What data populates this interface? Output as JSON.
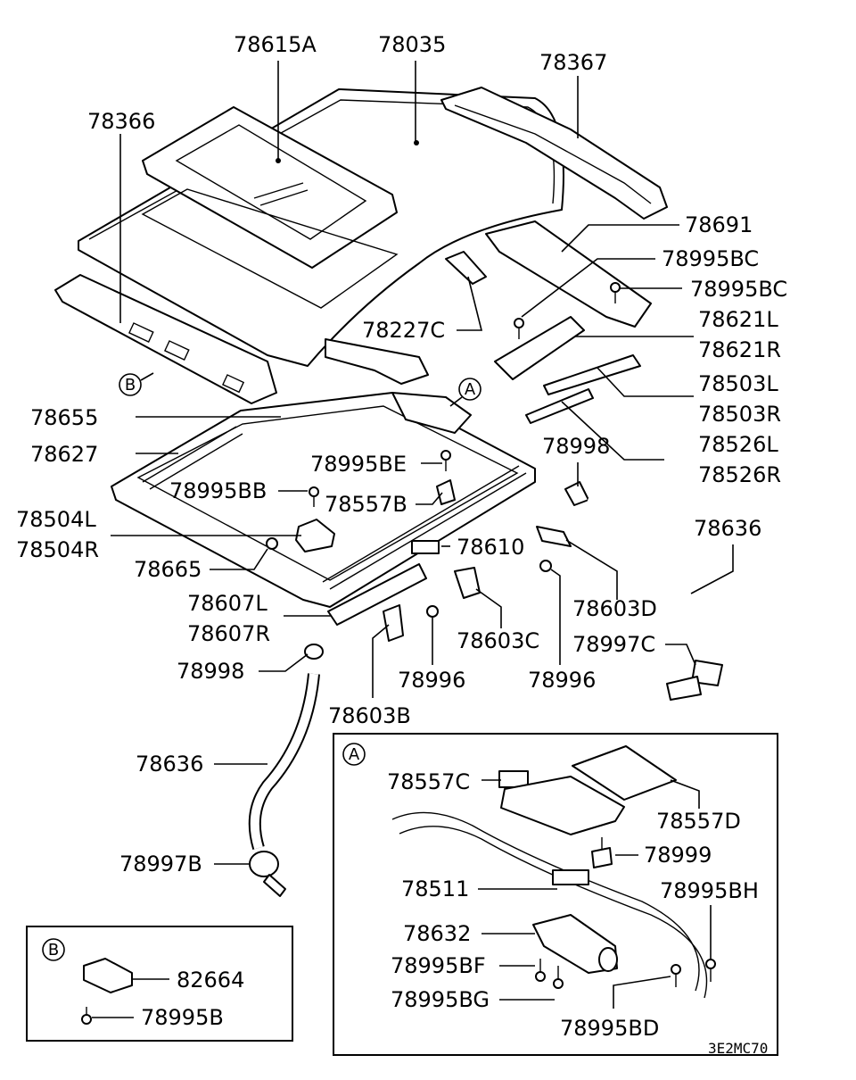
{
  "diagram": {
    "code": "3E2MC70",
    "detail_a": {
      "marker": "A"
    },
    "detail_b": {
      "marker": "B"
    },
    "labels": [
      {
        "id": "l78615A",
        "text": "78615A"
      },
      {
        "id": "l78035",
        "text": "78035"
      },
      {
        "id": "l78367",
        "text": "78367"
      },
      {
        "id": "l78366",
        "text": "78366"
      },
      {
        "id": "l78691",
        "text": "78691"
      },
      {
        "id": "l78995BC_1",
        "text": "78995BC"
      },
      {
        "id": "l78995BC_2",
        "text": "78995BC"
      },
      {
        "id": "l78227C",
        "text": "78227C"
      },
      {
        "id": "l78621L",
        "text": "78621L"
      },
      {
        "id": "l78621R",
        "text": "78621R"
      },
      {
        "id": "l78503L",
        "text": "78503L"
      },
      {
        "id": "l78503R",
        "text": "78503R"
      },
      {
        "id": "l78526L",
        "text": "78526L"
      },
      {
        "id": "l78526R",
        "text": "78526R"
      },
      {
        "id": "l78655",
        "text": "78655"
      },
      {
        "id": "l78627",
        "text": "78627"
      },
      {
        "id": "l78995BE",
        "text": "78995BE"
      },
      {
        "id": "l78998_1",
        "text": "78998"
      },
      {
        "id": "l78995BB",
        "text": "78995BB"
      },
      {
        "id": "l78557B",
        "text": "78557B"
      },
      {
        "id": "l78504L",
        "text": "78504L"
      },
      {
        "id": "l78504R",
        "text": "78504R"
      },
      {
        "id": "l78636_1",
        "text": "78636"
      },
      {
        "id": "l78665",
        "text": "78665"
      },
      {
        "id": "l78610",
        "text": "78610"
      },
      {
        "id": "l78603D",
        "text": "78603D"
      },
      {
        "id": "l78607L",
        "text": "78607L"
      },
      {
        "id": "l78607R",
        "text": "78607R"
      },
      {
        "id": "l78603C",
        "text": "78603C"
      },
      {
        "id": "l78997C",
        "text": "78997C"
      },
      {
        "id": "l78998_2",
        "text": "78998"
      },
      {
        "id": "l78996_1",
        "text": "78996"
      },
      {
        "id": "l78996_2",
        "text": "78996"
      },
      {
        "id": "l78603B",
        "text": "78603B"
      },
      {
        "id": "l78636_2",
        "text": "78636"
      },
      {
        "id": "l78997B",
        "text": "78997B"
      },
      {
        "id": "l78557C",
        "text": "78557C"
      },
      {
        "id": "l78557D",
        "text": "78557D"
      },
      {
        "id": "l78999",
        "text": "78999"
      },
      {
        "id": "l78511",
        "text": "78511"
      },
      {
        "id": "l78995BH",
        "text": "78995BH"
      },
      {
        "id": "l78632",
        "text": "78632"
      },
      {
        "id": "l78995BF",
        "text": "78995BF"
      },
      {
        "id": "l78995BG",
        "text": "78995BG"
      },
      {
        "id": "l78995BD",
        "text": "78995BD"
      },
      {
        "id": "l82664",
        "text": "82664"
      },
      {
        "id": "l78995B",
        "text": "78995B"
      }
    ]
  }
}
